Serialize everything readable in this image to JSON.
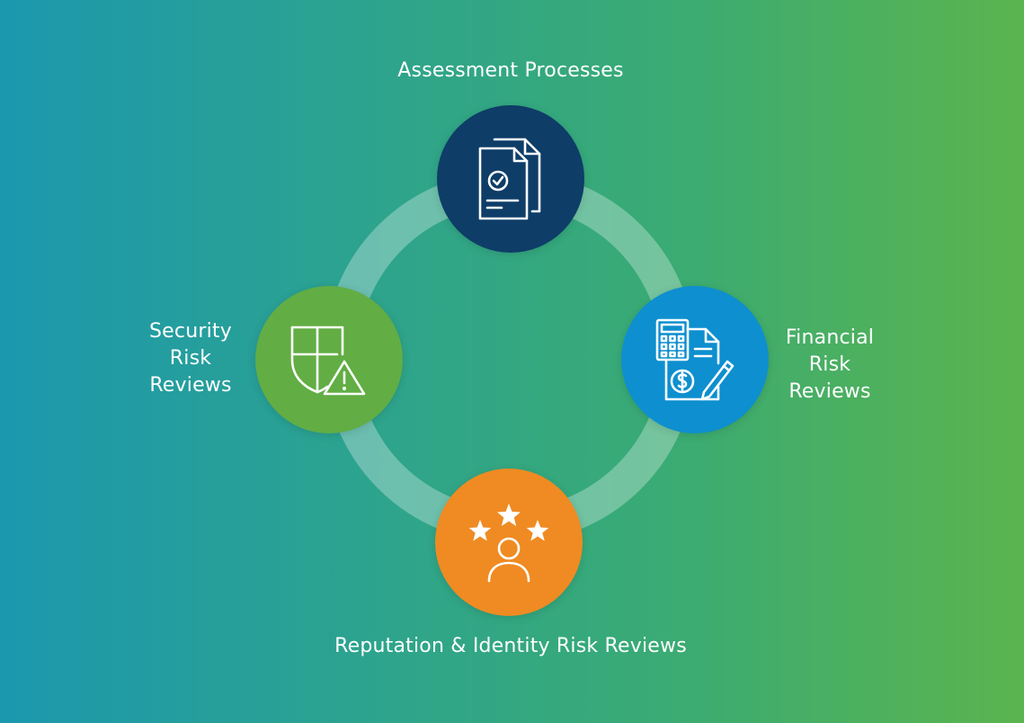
{
  "nodes": {
    "top": {
      "label_lines": [
        "Assessment Processes"
      ],
      "color": "#0e3d68",
      "icon": "documents-check-icon"
    },
    "right": {
      "label_lines": [
        "Financial",
        "Risk",
        "Reviews"
      ],
      "color": "#0e8fcf",
      "icon": "calculator-invoice-icon"
    },
    "bottom": {
      "label_lines": [
        "Reputation & Identity Risk Reviews"
      ],
      "color": "#ef8b22",
      "icon": "person-stars-icon"
    },
    "left": {
      "label_lines": [
        "Security",
        "Risk",
        "Reviews"
      ],
      "color": "#62ad44",
      "icon": "shield-warning-icon"
    }
  },
  "ring_color": "rgba(255,255,255,0.30)"
}
